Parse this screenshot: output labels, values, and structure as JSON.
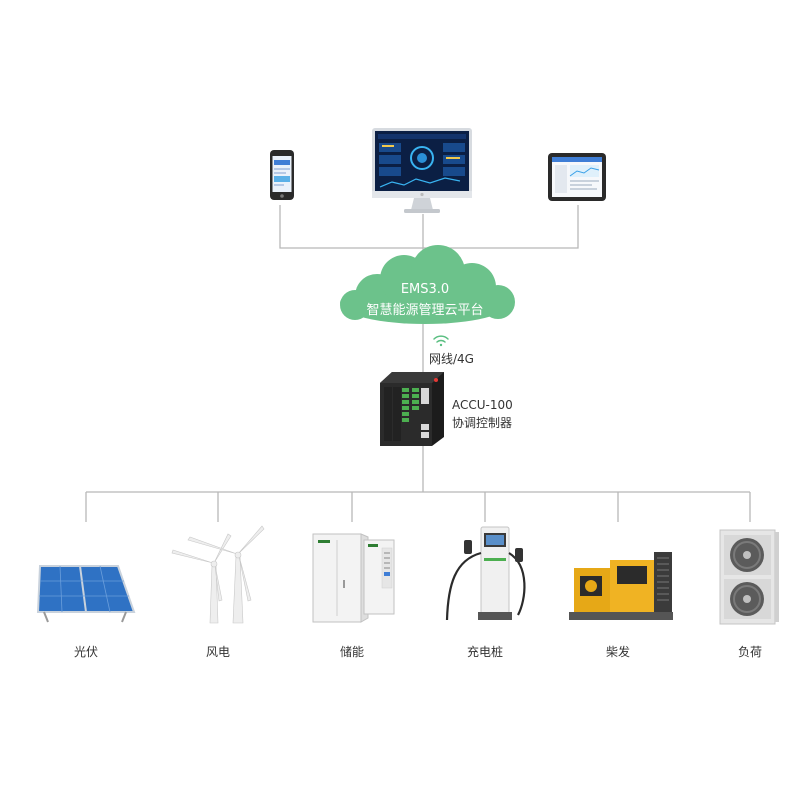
{
  "cloud": {
    "line1": "EMS3.0",
    "line2": "智慧能源管理云平台",
    "color": "#6cc28b"
  },
  "network_label": "网线/4G",
  "controller": {
    "model": "ACCU-100",
    "name": "协调控制器"
  },
  "clients": [
    {
      "icon": "smartphone-icon"
    },
    {
      "icon": "desktop-monitor-icon"
    },
    {
      "icon": "tablet-icon"
    }
  ],
  "devices": [
    {
      "label": "光伏",
      "icon": "solar-panel-icon"
    },
    {
      "label": "风电",
      "icon": "wind-turbine-icon"
    },
    {
      "label": "储能",
      "icon": "energy-storage-cabinet-icon"
    },
    {
      "label": "充电桩",
      "icon": "ev-charger-icon"
    },
    {
      "label": "柴发",
      "icon": "diesel-generator-icon"
    },
    {
      "label": "负荷",
      "icon": "load-unit-icon"
    }
  ],
  "colors": {
    "line": "#b8b8b8",
    "cloud": "#6cc28b",
    "controller": "#2b2b2b",
    "generator": "#e6a817"
  }
}
